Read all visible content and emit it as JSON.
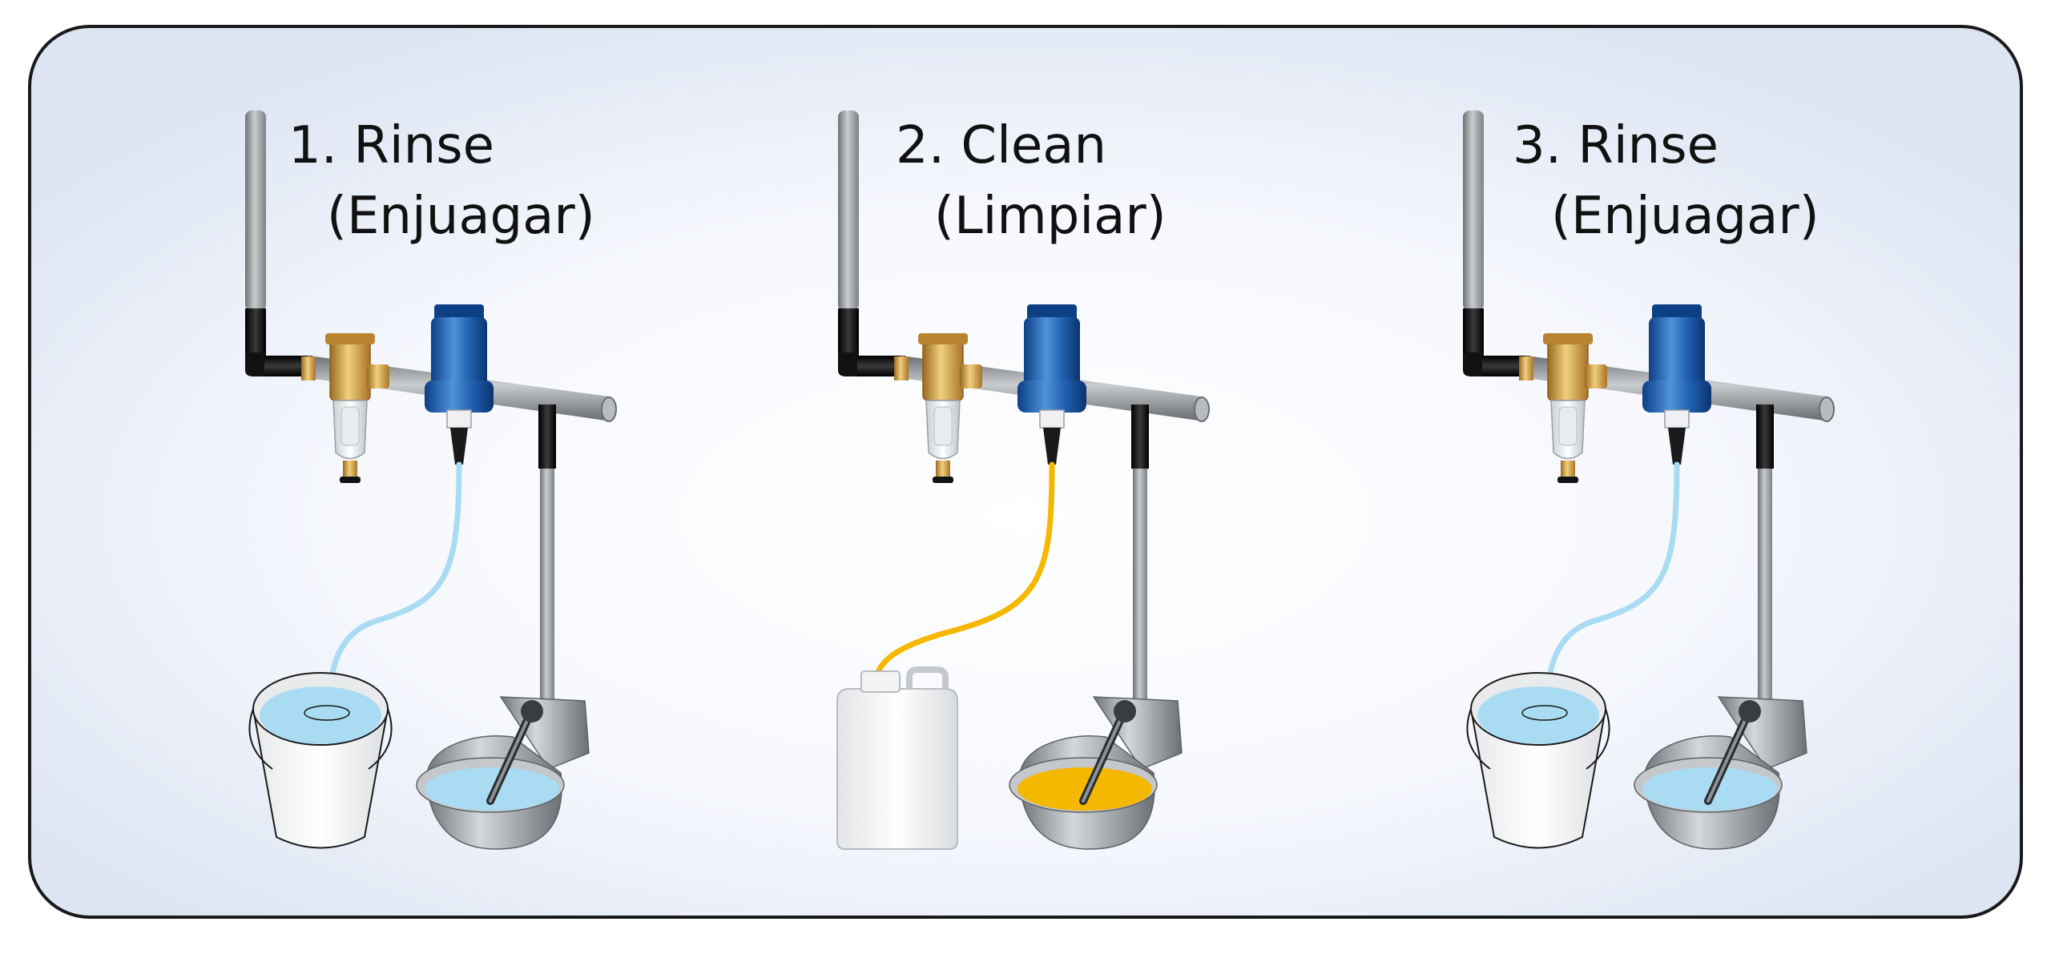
{
  "steps": [
    {
      "title": "1. Rinse",
      "subtitle": "(Enjuagar)",
      "source": "bucket",
      "liquid": "water"
    },
    {
      "title": "2. Clean",
      "subtitle": "(Limpiar)",
      "source": "jug",
      "liquid": "cleaner"
    },
    {
      "title": "3. Rinse",
      "subtitle": "(Enjuagar)",
      "source": "bucket",
      "liquid": "water"
    }
  ],
  "colors": {
    "frame_border": "#1a1a1a",
    "background_light": "#fbfcff",
    "background_edge": "#dde5f3",
    "pipe_gray": "#8a8d90",
    "pipe_black": "#1c1c1c",
    "filter_brass": "#c8923a",
    "medicator_blue": "#1f5fae",
    "water": "#a9dcf3",
    "cleaner": "#f5b800",
    "bowl_steel": "#9aa0a5"
  }
}
